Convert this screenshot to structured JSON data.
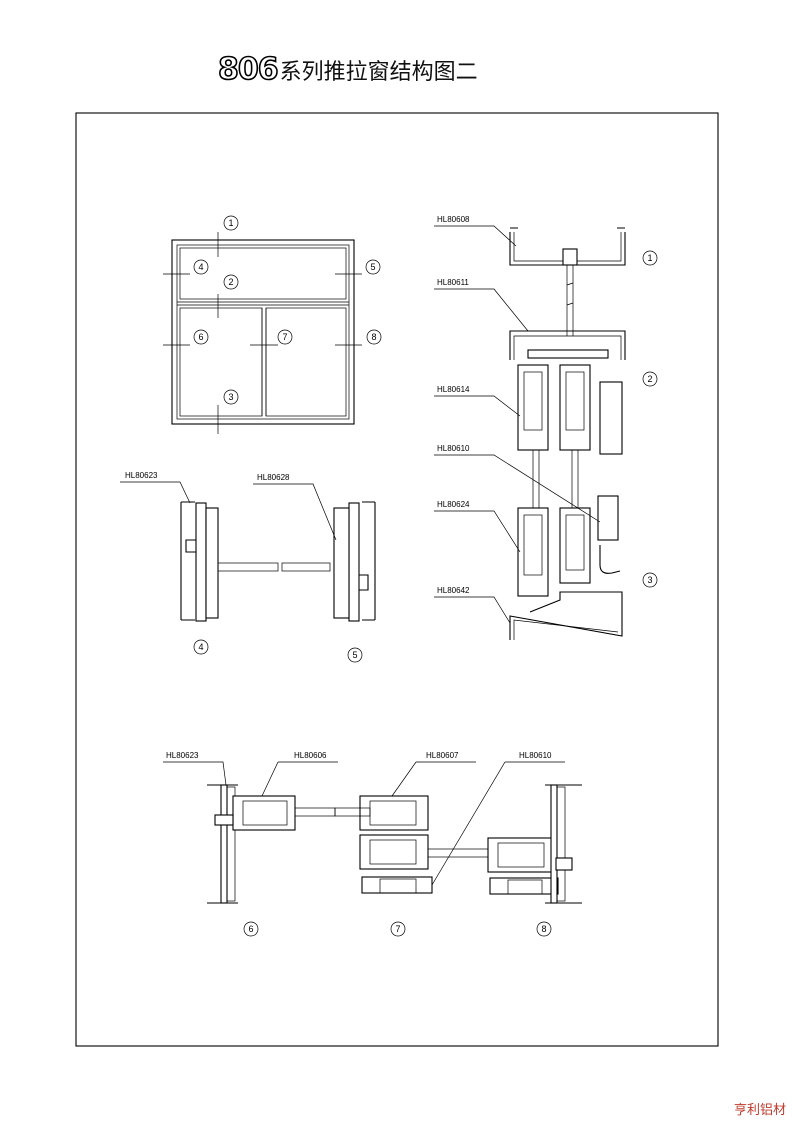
{
  "title": {
    "number": "806",
    "text": "系列推拉窗结构图二"
  },
  "brand": "亨利铝材",
  "markers": [
    "1",
    "2",
    "3",
    "4",
    "5",
    "6",
    "7",
    "8"
  ],
  "profiles": {
    "top_frame": "HL80608",
    "mullion_horizontal": "HL80611",
    "sash_top": "HL80614",
    "interlock": "HL80610",
    "sash_bottom": "HL80624",
    "bottom_frame": "HL80642",
    "side_frame": "HL80623",
    "side_frame_right": "HL80628",
    "sash_stile": "HL80606",
    "sash_meeting": "HL80607",
    "interlock_bottom": "HL80610"
  },
  "colors": {
    "line": "#000000",
    "brand": "#c0392b"
  }
}
